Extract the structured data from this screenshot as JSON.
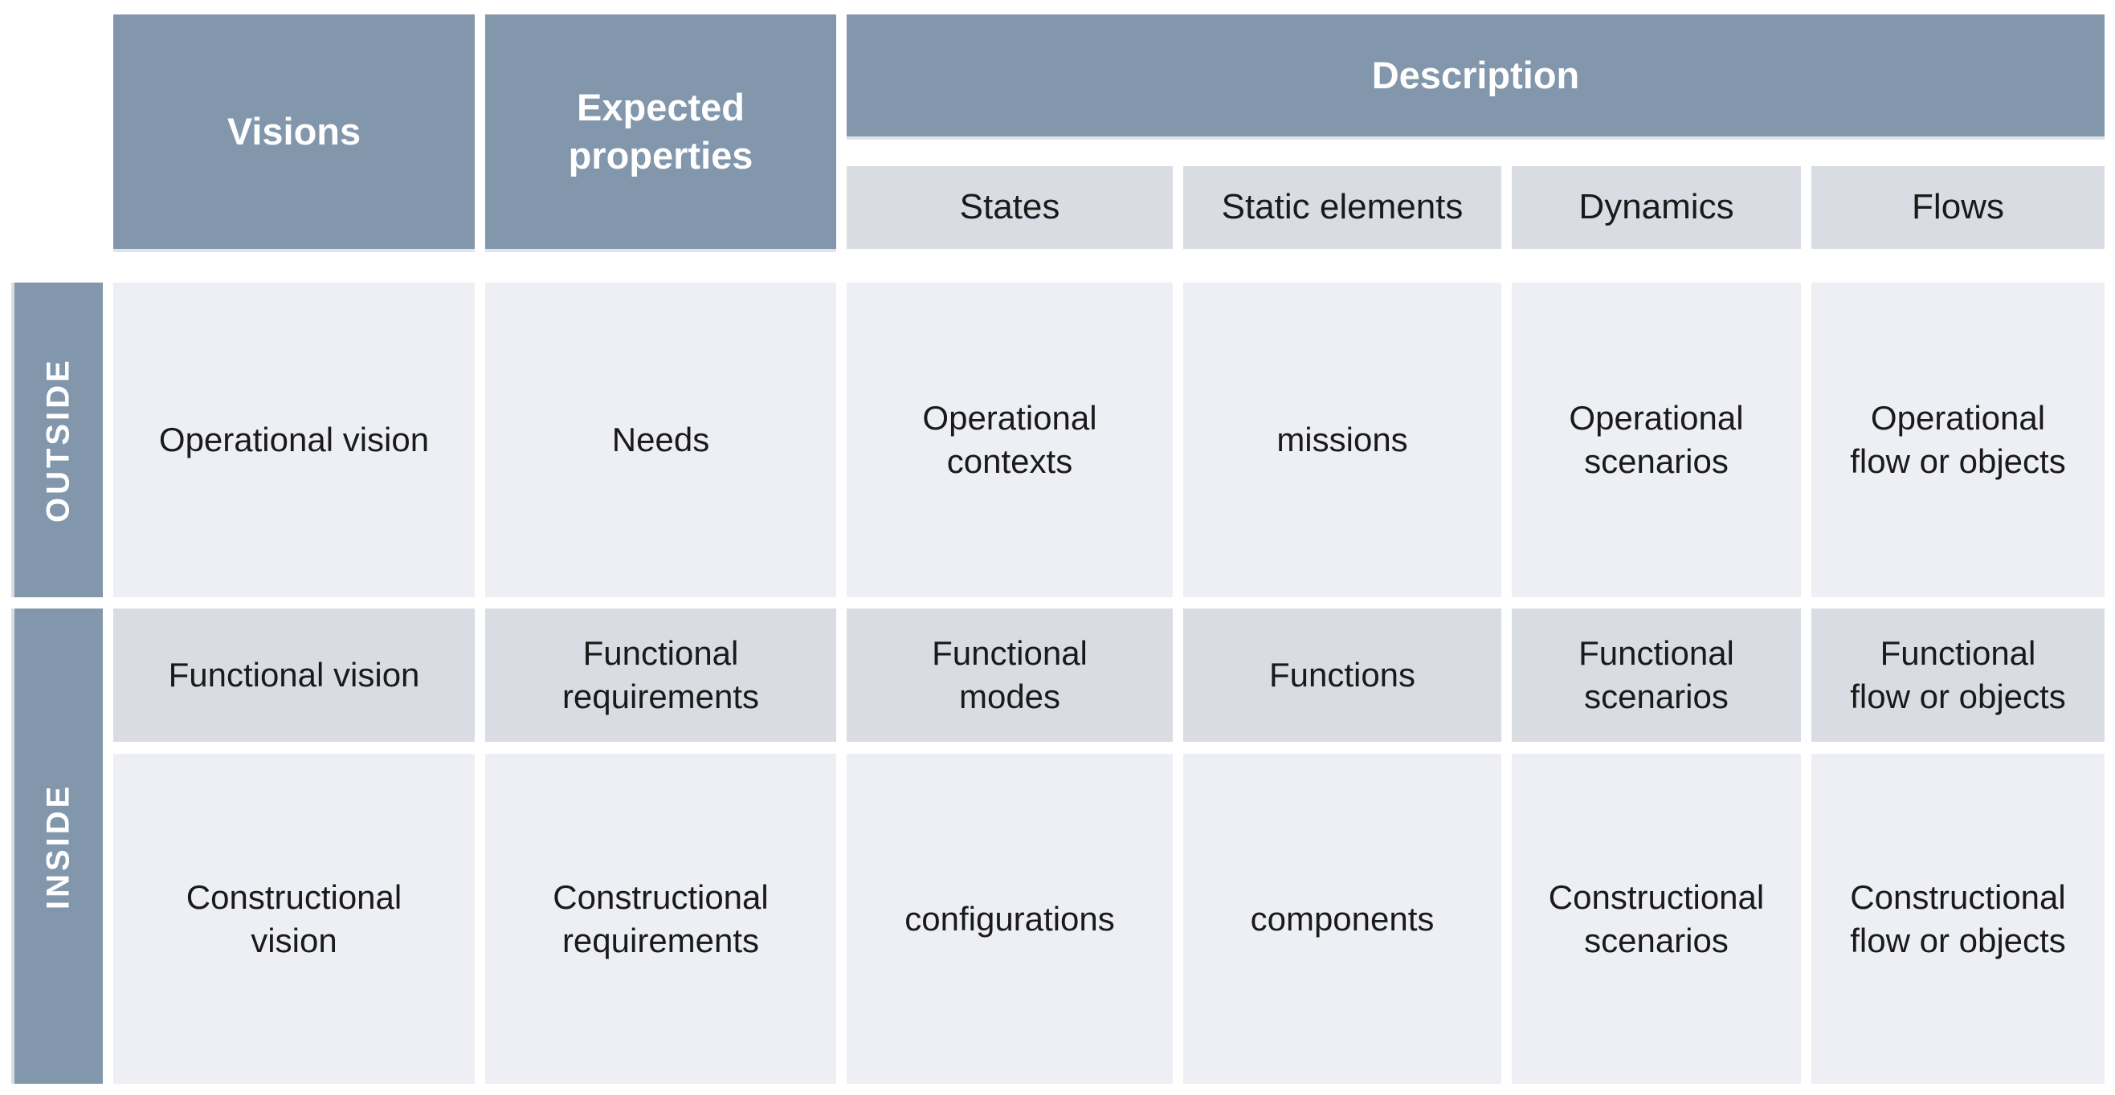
{
  "colors": {
    "header_bg": "#8296ac",
    "side_label_bg": "#8296ac",
    "band_dark_bg": "#d9dce2",
    "band_light_bg": "#edeff4",
    "header_text": "#ffffff",
    "body_text": "#1a1a1a",
    "page_bg": "#ffffff"
  },
  "table": {
    "headers": {
      "visions": "Visions",
      "expected_properties": "Expected\nproperties",
      "description": "Description",
      "description_subcolumns": [
        "States",
        "Static elements",
        "Dynamics",
        "Flows"
      ]
    },
    "row_groups": [
      {
        "label": "OUTSIDE",
        "rows": [
          {
            "vision": "Operational vision",
            "expected": "Needs",
            "states": "Operational\ncontexts",
            "static_elements": "missions",
            "dynamics": "Operational\nscenarios",
            "flows": "Operational\nflow or objects"
          }
        ]
      },
      {
        "label": "INSIDE",
        "rows": [
          {
            "vision": "Functional vision",
            "expected": "Functional\nrequirements",
            "states": "Functional\nmodes",
            "static_elements": "Functions",
            "dynamics": "Functional\nscenarios",
            "flows": "Functional\nflow or objects"
          },
          {
            "vision": "Constructional\nvision",
            "expected": "Constructional\nrequirements",
            "states": "configurations",
            "static_elements": "components",
            "dynamics": "Constructional\nscenarios",
            "flows": "Constructional\nflow or objects"
          }
        ]
      }
    ]
  }
}
